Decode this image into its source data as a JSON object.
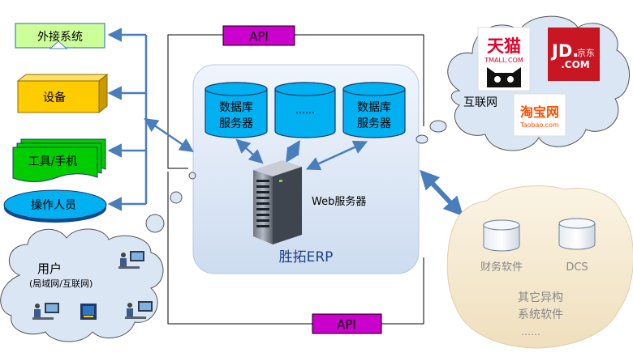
{
  "left_items": {
    "external": "外接系统",
    "device": "设备",
    "tools": "工具/手机",
    "operators": "操作人员"
  },
  "users": {
    "title": "用户",
    "subtitle": "(局域网/互联网)"
  },
  "erp": {
    "db_left": [
      "数据库",
      "服务器"
    ],
    "db_middle": "……",
    "db_right": [
      "数据库",
      "服务器"
    ],
    "web_server": "Web服务器",
    "title": "胜拓ERP"
  },
  "api_top": "API",
  "api_bottom": "API",
  "internet": {
    "label": "互联网",
    "tmall": [
      "天猫",
      "TMALL.COM"
    ],
    "jd": [
      "JD.",
      "京东",
      ".COM"
    ],
    "taobao": [
      "淘宝网",
      "Taobao.com"
    ]
  },
  "other": {
    "finance": "财务软件",
    "dcs": "DCS",
    "title": [
      "其它异构",
      "系统软件"
    ],
    "more": "……"
  },
  "colors": {
    "erp_panel": "#dbe6f5",
    "db_fill": "#00b0f0",
    "api_fill": "#cc00cc",
    "arrow": "#4a7ebb",
    "external_fill": "#ccff99",
    "device_fill": "#ffcc00",
    "tools_fill": "#00cc00",
    "operators_fill": "#00b0f0",
    "other_cloud": "#f7ecd4",
    "tmall_red": "#e4002b",
    "jd_red": "#c91623",
    "taobao_orange": "#ff5000"
  }
}
